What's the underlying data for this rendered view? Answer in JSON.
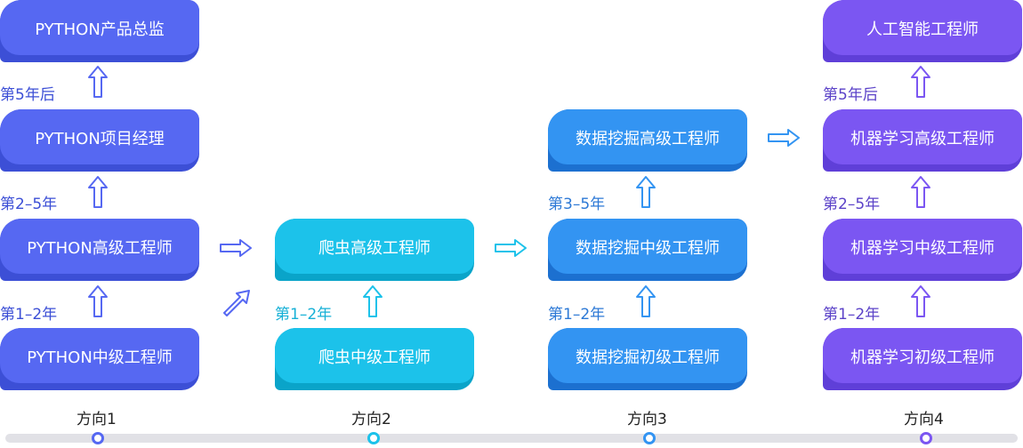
{
  "columns": [
    {
      "direction": "方向1",
      "color": "#5668f2",
      "boxes": [
        "PYTHON产品总监",
        "PYTHON项目经理",
        "PYTHON高级工程师",
        "PYTHON中级工程师"
      ],
      "years": [
        "第5年后",
        "第2–5年",
        "第1–2年"
      ]
    },
    {
      "direction": "方向2",
      "color": "#1cc2ea",
      "boxes": [
        "爬虫高级工程师",
        "爬虫中级工程师"
      ],
      "years": [
        "第1–2年"
      ]
    },
    {
      "direction": "方向3",
      "color": "#3394f2",
      "boxes": [
        "数据挖掘高级工程师",
        "数据挖掘中级工程师",
        "数据挖掘初级工程师"
      ],
      "years": [
        "第3–5年",
        "第1–2年"
      ]
    },
    {
      "direction": "方向4",
      "color": "#7b56f2",
      "boxes": [
        "人工智能工程师",
        "机器学习高级工程师",
        "机器学习中级工程师",
        "机器学习初级工程师"
      ],
      "years": [
        "第5年后",
        "第2–5年",
        "第1–2年"
      ]
    }
  ]
}
